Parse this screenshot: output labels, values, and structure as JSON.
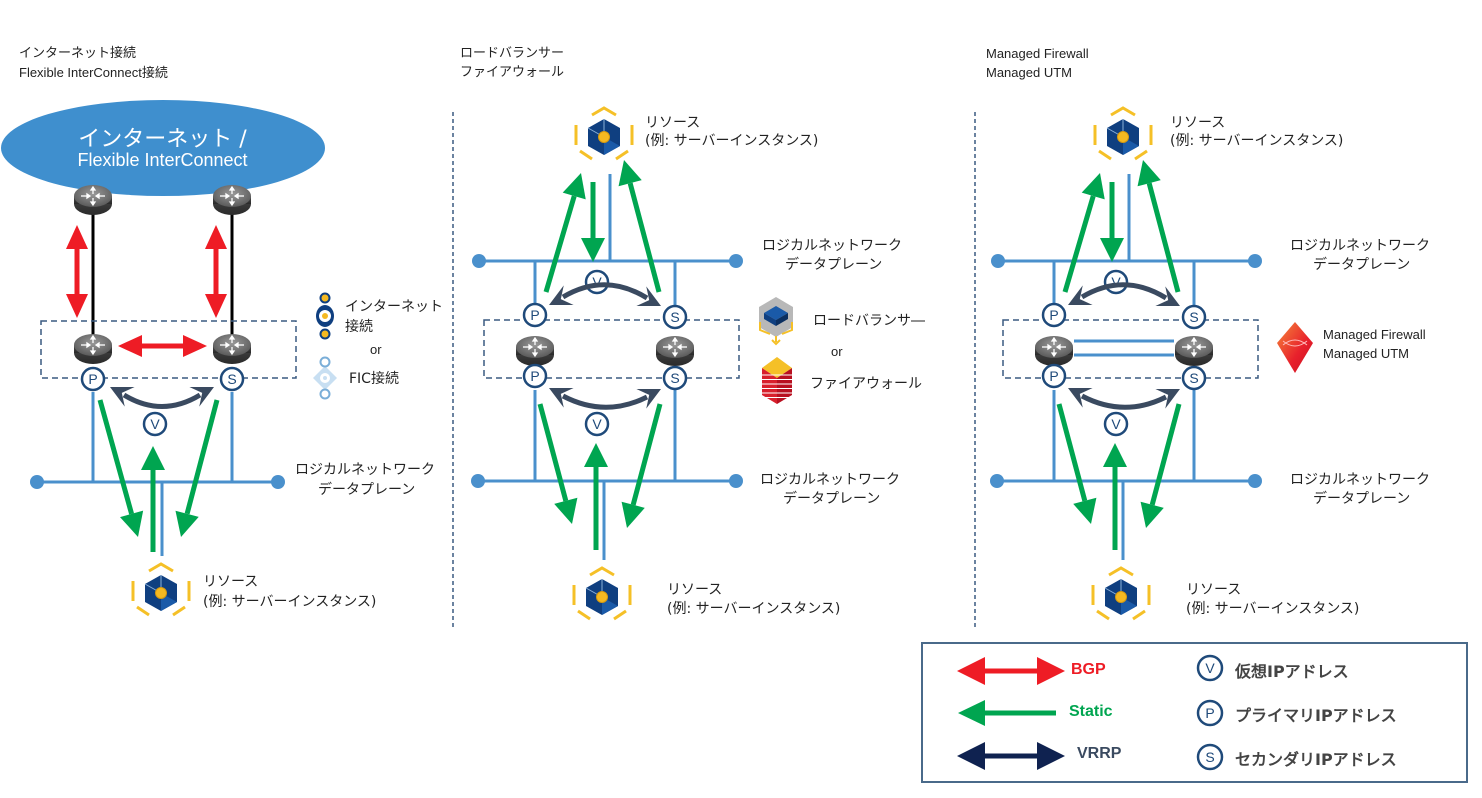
{
  "sections": [
    {
      "title_line1": "インターネット接続",
      "title_line2": "Flexible InterConnect接続"
    },
    {
      "title_line1": "ロードバランサー",
      "title_line2": "ファイアウォール"
    },
    {
      "title_line1": "Managed Firewall",
      "title_line2": "Managed UTM"
    }
  ],
  "cloud": {
    "line1": "インターネット /",
    "line2": "Flexible InterConnect"
  },
  "left": {
    "internet_label_line1": "インターネット",
    "internet_label_line2": "接続",
    "or": "or",
    "fic_label": "FIC接続",
    "network_line1": "ロジカルネットワーク",
    "network_line2": "データプレーン",
    "resource_line1": "リソース",
    "resource_line2": "(例: サーバーインスタンス)"
  },
  "middle": {
    "resource_line1": "リソース",
    "resource_line2": "(例: サーバーインスタンス)",
    "top_network_line1": "ロジカルネットワーク",
    "top_network_line2": "データプレーン",
    "lb_label": "ロードバランサ―",
    "or": "or",
    "fw_label": "ファイアウォール",
    "bottom_network_line1": "ロジカルネットワーク",
    "bottom_network_line2": "データプレーン",
    "bottom_resource_line1": "リソース",
    "bottom_resource_line2": "(例: サーバーインスタンス)"
  },
  "right": {
    "resource_line1": "リソース",
    "resource_line2": "(例: サーバーインスタンス)",
    "top_network_line1": "ロジカルネットワーク",
    "top_network_line2": "データプレーン",
    "device_line1": "Managed Firewall",
    "device_line2": "Managed UTM",
    "bottom_network_line1": "ロジカルネットワーク",
    "bottom_network_line2": "データプレーン",
    "bottom_resource_line1": "リソース",
    "bottom_resource_line2": "(例: サーバーインスタンス)"
  },
  "ip_markers": {
    "primary": "P",
    "secondary": "S",
    "virtual": "V"
  },
  "legend": {
    "bgp": "BGP",
    "static": "Static",
    "vrrp": "VRRP",
    "virtual_ip": "仮想IPアドレス",
    "primary_ip": "プライマリIPアドレス",
    "secondary_ip": "セカンダリIPアドレス",
    "v": "V",
    "p": "P",
    "s": "S"
  },
  "colors": {
    "bgp": "#ee1c25",
    "static": "#00a550",
    "vrrp": "#3a4a60",
    "vrrp_legend": "#0f2250",
    "network": "#4a90cc",
    "cloud": "#3f8fce",
    "marker": "#1f4a7a",
    "divider": "#3a5a80"
  }
}
